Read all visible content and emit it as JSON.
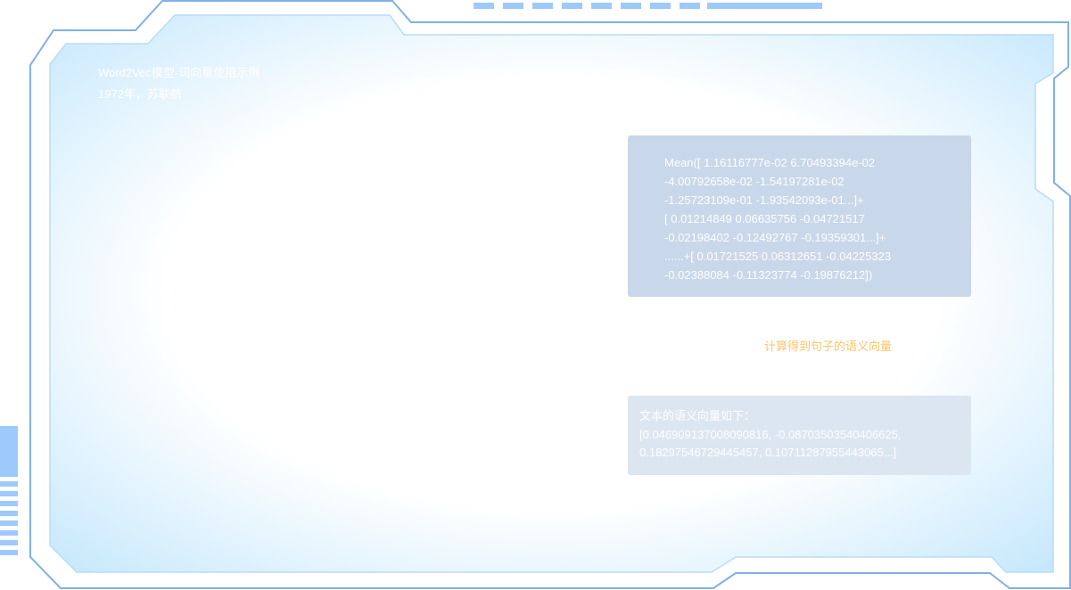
{
  "header": {
    "title": "Word2Vec模型-词向量使用示例",
    "subtitle_left": "1972年，苏联航"
  },
  "vector_box": {
    "lines": [
      "Mean([ 1.16116777e-02 6.70493394e-02",
      "-4.00792658e-02 -1.54197281e-02",
      "-1.25723109e-01 -1.93542093e-01...]+",
      "[ 0.01214849  0.06635756 -0.04721517",
      "-0.02198402 -0.12492767 -0.19359301...]+",
      "......+[ 0.01721525  0.06312651 -0.04225323",
      "-0.02388084 -0.11323774 -0.19876212])"
    ]
  },
  "caption": "计算得到句子的语义向量",
  "result_box": {
    "lines": [
      "文本的语义向量如下：",
      "[0.046909137008090816, -0.08703503540406625,",
      "0.18297546729445457, 0.10711287955443065...]"
    ]
  },
  "colors": {
    "frame": "#7fb0ea",
    "accent": "#9ec9fb",
    "caption": "#fcc46a"
  }
}
